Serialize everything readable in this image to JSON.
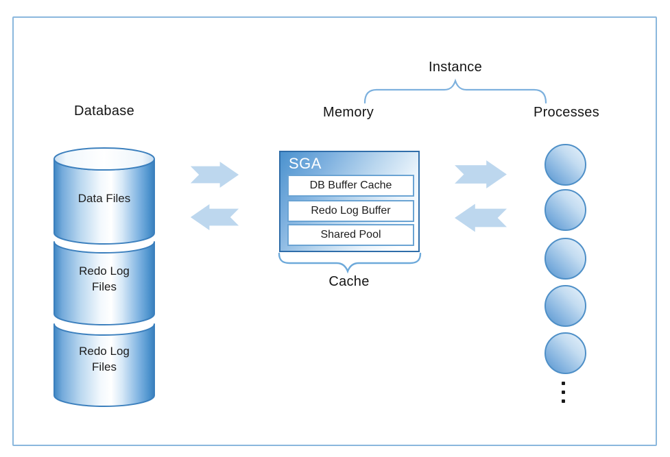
{
  "database": {
    "heading": "Database",
    "cylinders": [
      {
        "label": "Data Files"
      },
      {
        "label": "Redo Log\nFiles"
      },
      {
        "label": "Redo Log\nFiles"
      }
    ]
  },
  "memory": {
    "heading": "Memory",
    "sga": {
      "title": "SGA",
      "items": [
        {
          "label": "DB Buffer Cache"
        },
        {
          "label": "Redo Log Buffer"
        },
        {
          "label": "Shared Pool"
        }
      ]
    },
    "cache_label": "Cache"
  },
  "processes": {
    "heading": "Processes",
    "circle_count": 5
  },
  "instance": {
    "label": "Instance"
  },
  "icons": {
    "db_to_memory": "arrow-right",
    "memory_to_db": "arrow-left",
    "memory_to_process": "arrow-right",
    "process_to_memory": "arrow-left",
    "more_processes": "vertical-ellipsis"
  },
  "colors": {
    "frame_border": "#8ab7dd",
    "cylinder_stroke": "#3b7fbd",
    "cylinder_blue": "#5b9bd5",
    "sga_border": "#2f6da9",
    "sga_header_blue": "#4b92ce",
    "inner_box_border": "#6aa3d3",
    "arrow_fill": "#bdd7ee",
    "brace_blue": "#74acdc",
    "text": "#141414"
  }
}
